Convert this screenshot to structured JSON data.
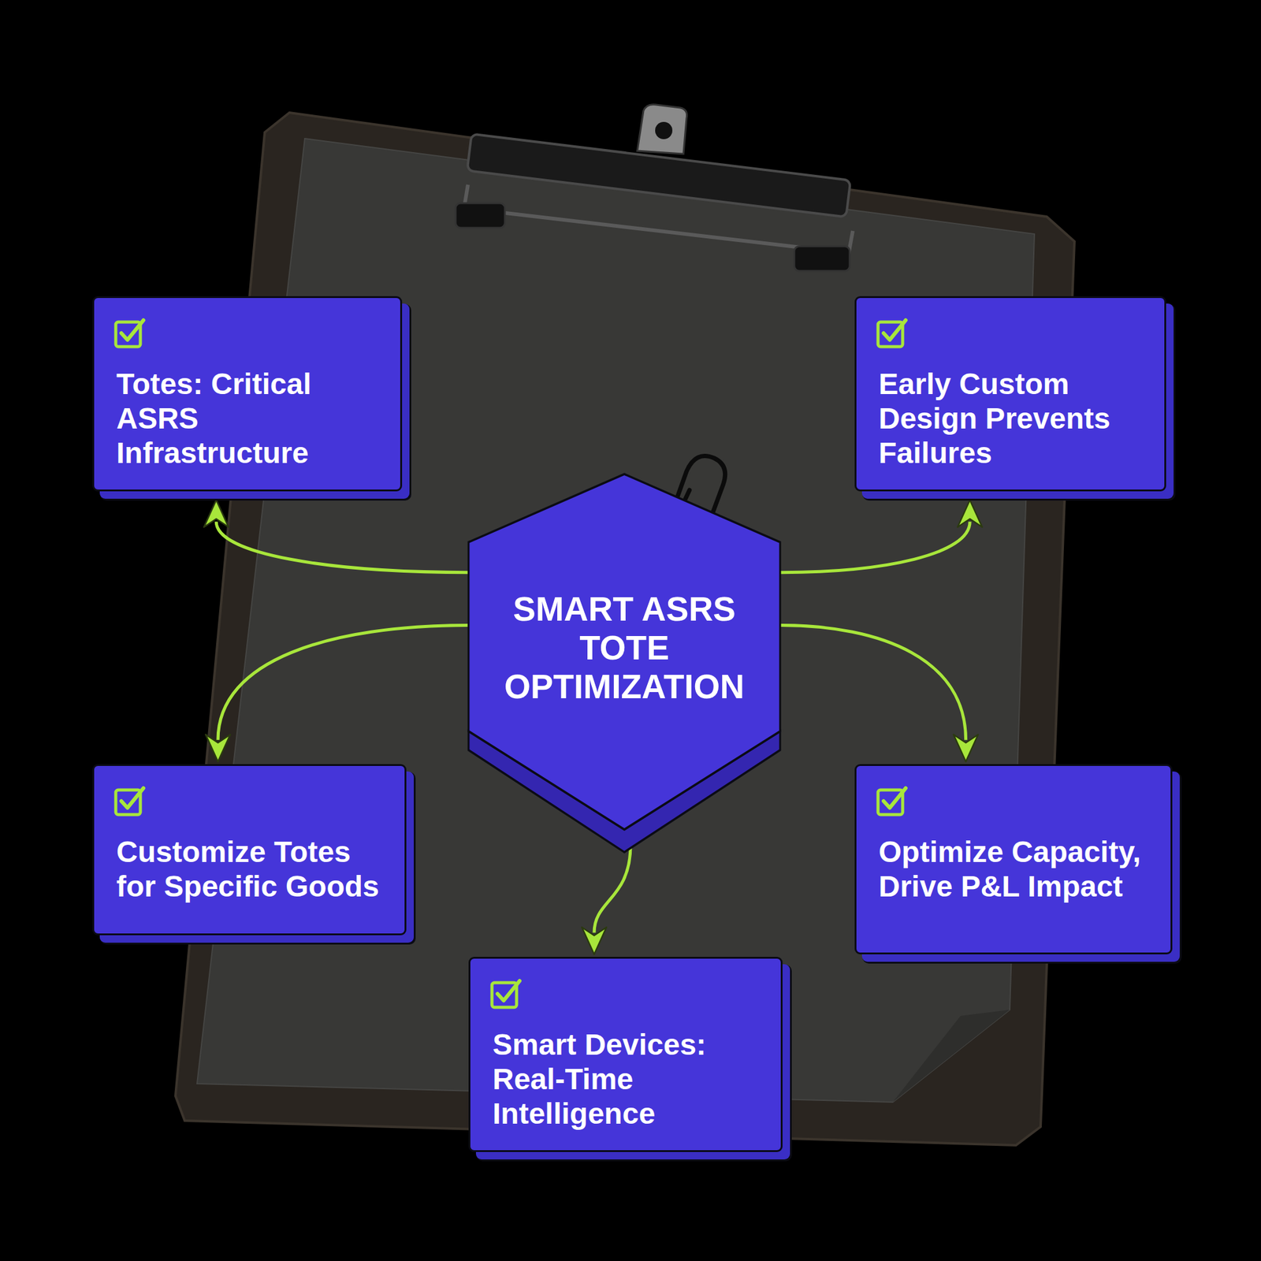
{
  "diagram": {
    "nodes": [
      {
        "text": [
          "SMART ASRS TOTE OPTIMIZATION"
        ]
      },
      {
        "text": [
          "Totes: Critical ASRS Infrastructure"
        ]
      },
      {
        "text": [
          "Early Custom Design Prevents Failures"
        ]
      },
      {
        "text": [
          "Customize Totes for Specific Goods"
        ]
      },
      {
        "text": [
          "Optimize Capacity, Drive P&L Impact"
        ]
      },
      {
        "text": [
          "Smart Devices: Real-Time Intelligence"
        ]
      }
    ],
    "edges": [
      {
        "from": 0,
        "to": 1,
        "arrow": "to"
      },
      {
        "from": 0,
        "to": 2,
        "arrow": "to"
      },
      {
        "from": 0,
        "to": 3,
        "arrow": "to"
      },
      {
        "from": 0,
        "to": 4,
        "arrow": "to"
      },
      {
        "from": 0,
        "to": 5,
        "arrow": "to"
      }
    ]
  }
}
